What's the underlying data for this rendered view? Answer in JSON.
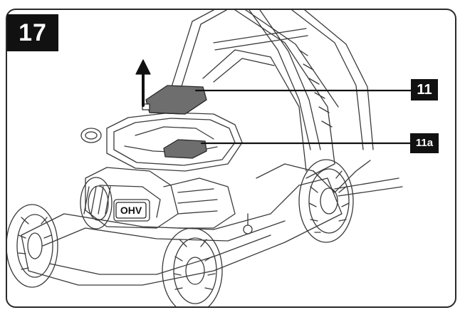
{
  "figure": {
    "number": "17"
  },
  "callouts": [
    {
      "id": "11",
      "label": "11"
    },
    {
      "id": "11a",
      "label": "11a"
    }
  ],
  "engine_label": "OHV",
  "colors": {
    "ink": "#111111",
    "line": "#3a3a3a",
    "battery": "#6e6e6e",
    "background": "#ffffff"
  }
}
